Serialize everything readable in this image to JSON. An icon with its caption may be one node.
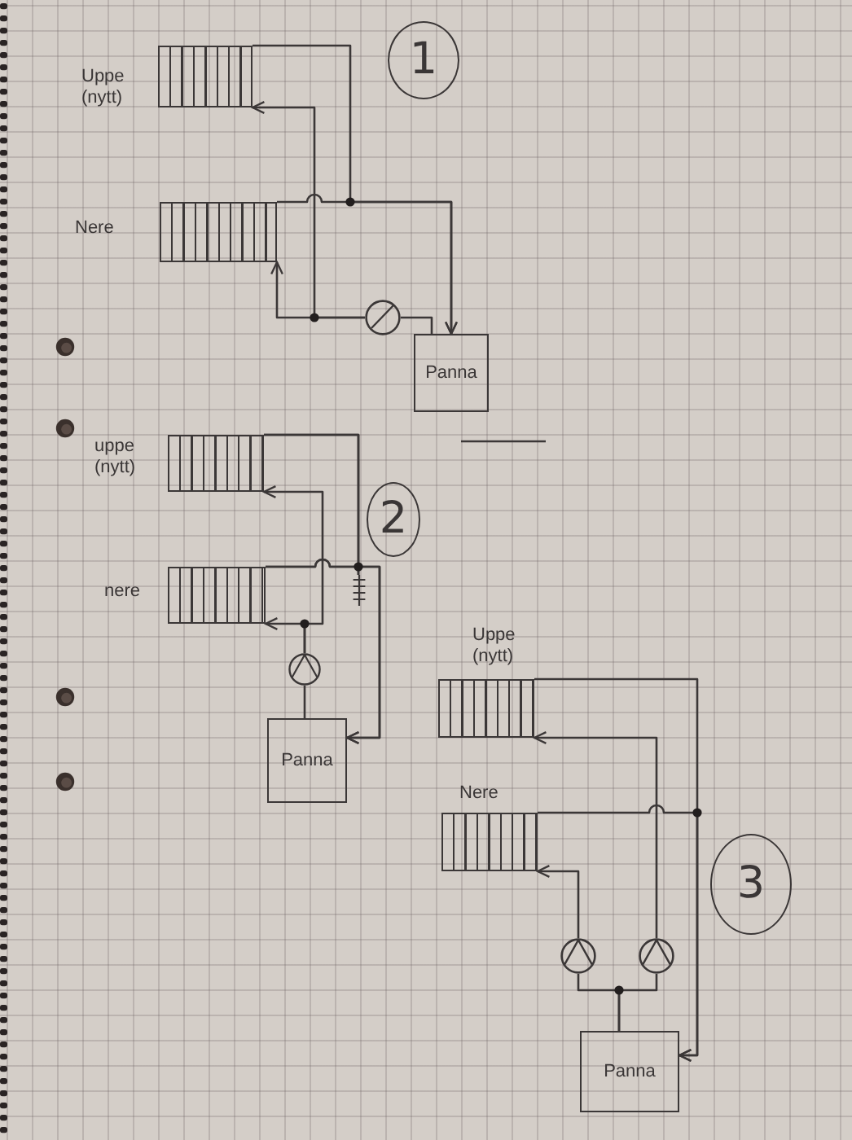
{
  "diagram": {
    "nodes": [
      {
        "text": [],
        "shape": "box",
        "beside": [
          "Uppe (nytt)"
        ]
      },
      {
        "text": [
          "1"
        ]
      },
      {
        "text": [],
        "shape": "box",
        "beside": [
          "Nere"
        ]
      },
      {
        "text": [],
        "shape": "circle"
      },
      {
        "text": [
          "Panna"
        ]
      },
      {
        "text": [],
        "shape": "box",
        "beside": [
          "uppe (nytt)"
        ]
      },
      {
        "text": [
          "2"
        ]
      },
      {
        "text": [],
        "shape": "box",
        "beside": [
          "nere"
        ]
      },
      {
        "text": [],
        "shape": "bar"
      },
      {
        "text": [],
        "shape": "circle"
      },
      {
        "text": [
          "Panna"
        ]
      },
      {
        "text": [],
        "shape": "box",
        "beside": [
          "Uppe (nytt)"
        ]
      },
      {
        "text": [],
        "shape": "box",
        "beside": [
          "Nere"
        ]
      },
      {
        "text": [
          "3"
        ]
      },
      {
        "text": [],
        "shape": "circle"
      },
      {
        "text": [],
        "shape": "circle"
      },
      {
        "text": [
          "Panna"
        ]
      }
    ],
    "edges": [
      {
        "from": 4,
        "to": 3,
        "arrow": "none"
      },
      {
        "from": 3,
        "to": 0,
        "arrow": "to"
      },
      {
        "from": 3,
        "to": 2,
        "arrow": "to"
      },
      {
        "from": 0,
        "to": 4,
        "arrow": "to"
      },
      {
        "from": 2,
        "to": 4,
        "arrow": "to"
      },
      {
        "from": 10,
        "to": 9,
        "arrow": "none"
      },
      {
        "from": 9,
        "to": 5,
        "arrow": "to"
      },
      {
        "from": 9,
        "to": 7,
        "arrow": "to"
      },
      {
        "from": 5,
        "to": 10,
        "arrow": "to"
      },
      {
        "from": 7,
        "to": 10,
        "arrow": "to"
      },
      {
        "from": 5,
        "to": 8,
        "arrow": "none"
      },
      {
        "from": 7,
        "to": 8,
        "arrow": "none"
      },
      {
        "from": 16,
        "to": 14,
        "arrow": "none"
      },
      {
        "from": 16,
        "to": 15,
        "arrow": "none"
      },
      {
        "from": 14,
        "to": 12,
        "arrow": "to"
      },
      {
        "from": 15,
        "to": 11,
        "arrow": "to"
      },
      {
        "from": 11,
        "to": 16,
        "arrow": "to"
      },
      {
        "from": 12,
        "to": 16,
        "arrow": "to"
      }
    ]
  }
}
